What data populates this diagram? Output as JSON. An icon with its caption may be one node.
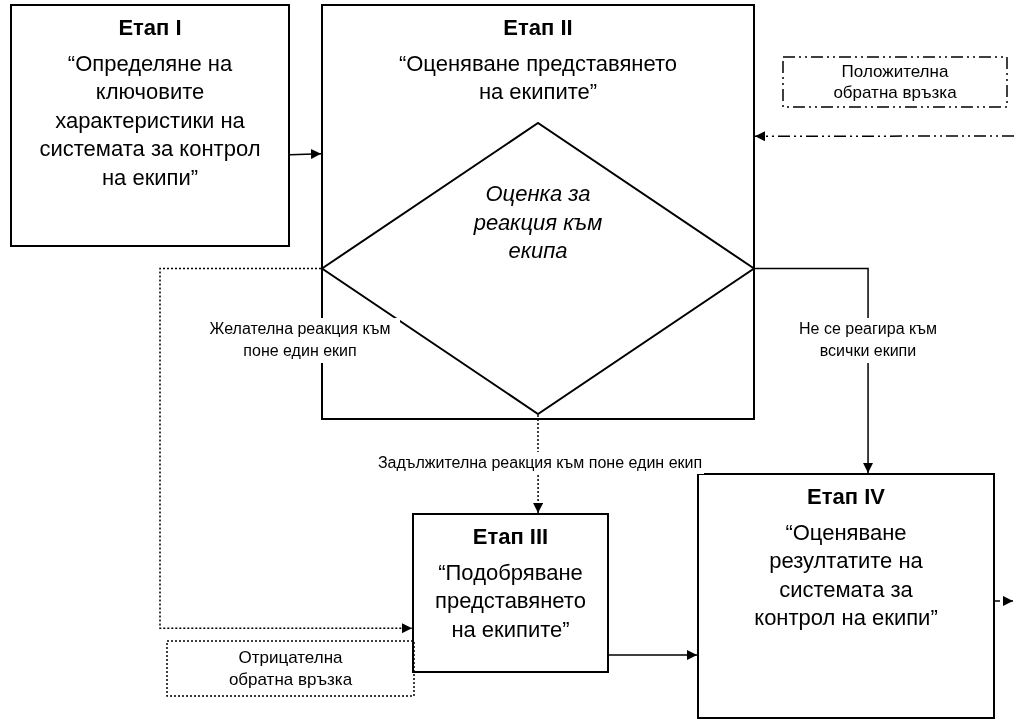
{
  "diagram": {
    "nodes": [
      {
        "text": [
          "Етап I",
          "“Определяне на ключовите характеристики на системата за контрол на екипи”"
        ]
      },
      {
        "text": [
          "Етап II",
          "“Оценяване представянето на екипите”"
        ]
      },
      {
        "text": [
          "Оценка за реакция към екипа"
        ],
        "in": 1
      },
      {
        "text": [
          "Положителна обратна връзка"
        ]
      },
      {
        "text": [
          "Етап III",
          "“Подобряване представянето на екипите”"
        ]
      },
      {
        "text": [
          "Етап IV",
          "“Оценяване резултатите на системата за контрол на екипи”"
        ]
      },
      {
        "text": [
          "Отрицателна обратна връзка"
        ]
      }
    ],
    "edges": [
      {
        "from": 0,
        "to": 1,
        "arrow": "to"
      },
      {
        "from": null,
        "to": 1,
        "arrow": "to",
        "style": "dashed"
      },
      {
        "from": 2,
        "to": 4,
        "arrow": "to",
        "style": "dashed",
        "label": "Желателна реакция към поне един екип"
      },
      {
        "from": 2,
        "to": 4,
        "arrow": "to",
        "style": "dashed",
        "label": "Задължителна реакция към поне един екип"
      },
      {
        "from": 2,
        "to": 5,
        "arrow": "to",
        "label": "Не се реагира към всички екипи"
      },
      {
        "from": 4,
        "to": 5,
        "arrow": "to"
      },
      {
        "from": 5,
        "to": null,
        "arrow": "to",
        "style": "dashed"
      }
    ]
  }
}
